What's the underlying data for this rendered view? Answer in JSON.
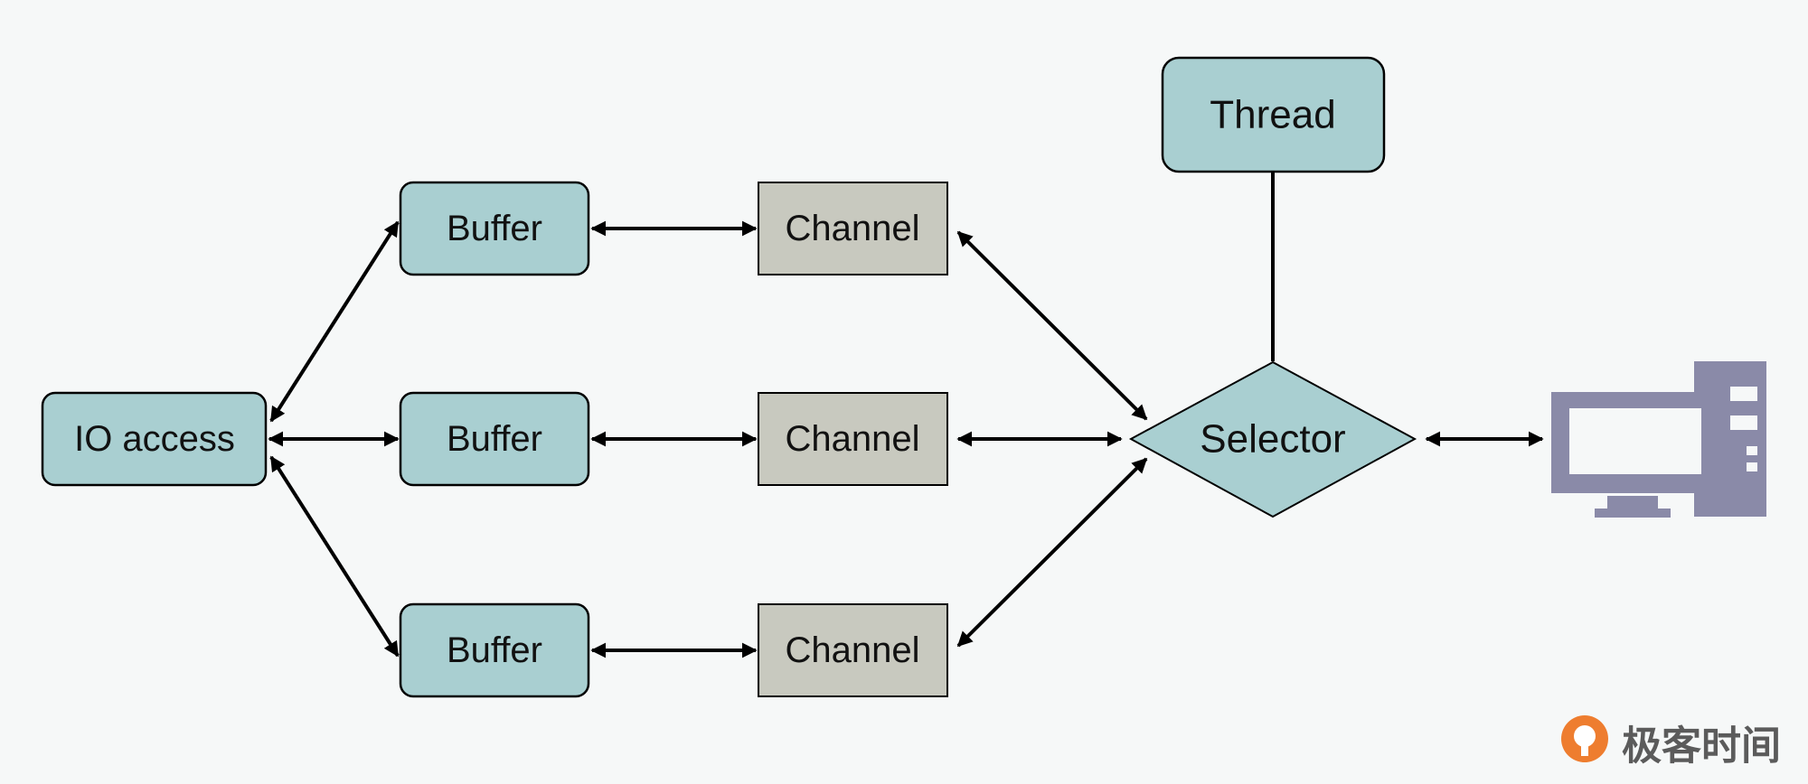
{
  "diagram": {
    "nodes": {
      "io_access": "IO access",
      "buffer_top": "Buffer",
      "buffer_middle": "Buffer",
      "buffer_bottom": "Buffer",
      "channel_top": "Channel",
      "channel_middle": "Channel",
      "channel_bottom": "Channel",
      "selector": "Selector",
      "thread": "Thread"
    },
    "icons": {
      "computer": "desktop-computer-icon"
    },
    "colors": {
      "teal_fill": "#a9cfd1",
      "channel_fill": "#c8c9bf",
      "computer": "#8a8aa8",
      "logo_orange": "#ee7d2f"
    }
  },
  "watermark": {
    "text": "极客时间"
  }
}
